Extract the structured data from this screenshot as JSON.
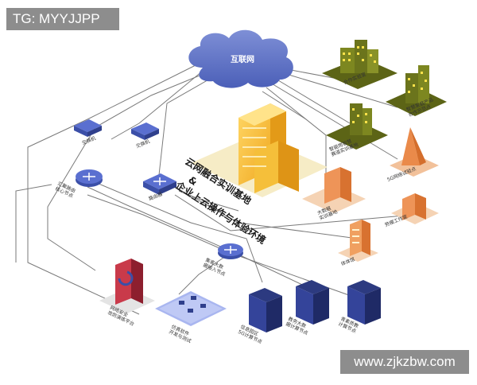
{
  "watermarks": {
    "top_left": "TG: MYYJJPP",
    "bottom_right": "www.zjkzbw.com"
  },
  "center": {
    "line1": "云网融合实训基地",
    "amp": "&",
    "line2": "企业上云操作与体验环境"
  },
  "nodes": {
    "internet": "互联网",
    "coop_lab": "合作实验室",
    "smart_product": "智慧家庭产品\n合作示范点",
    "smart_campus": "智能岗智慧\n赛道实训基地",
    "five_g": "5G网络试验点",
    "practice_base": "大数据\n实训基地",
    "workshop": "劳模工作室",
    "campus_bldg": "体体馆",
    "switch_left": "交换机",
    "switch_right": "交换机",
    "router_left": "汇聚路由\n核心节点",
    "router_center": "路由器",
    "router_lower": "集客大数\n据接入节点",
    "security_platform": "网络安全\n攻防演练平台",
    "sim_platform": "仿真软件\n开发与测试",
    "server1": "信息园区\n5G计算节点",
    "server2": "教务大数\n据计算节点",
    "server3": "青素质教\n计算节点"
  }
}
